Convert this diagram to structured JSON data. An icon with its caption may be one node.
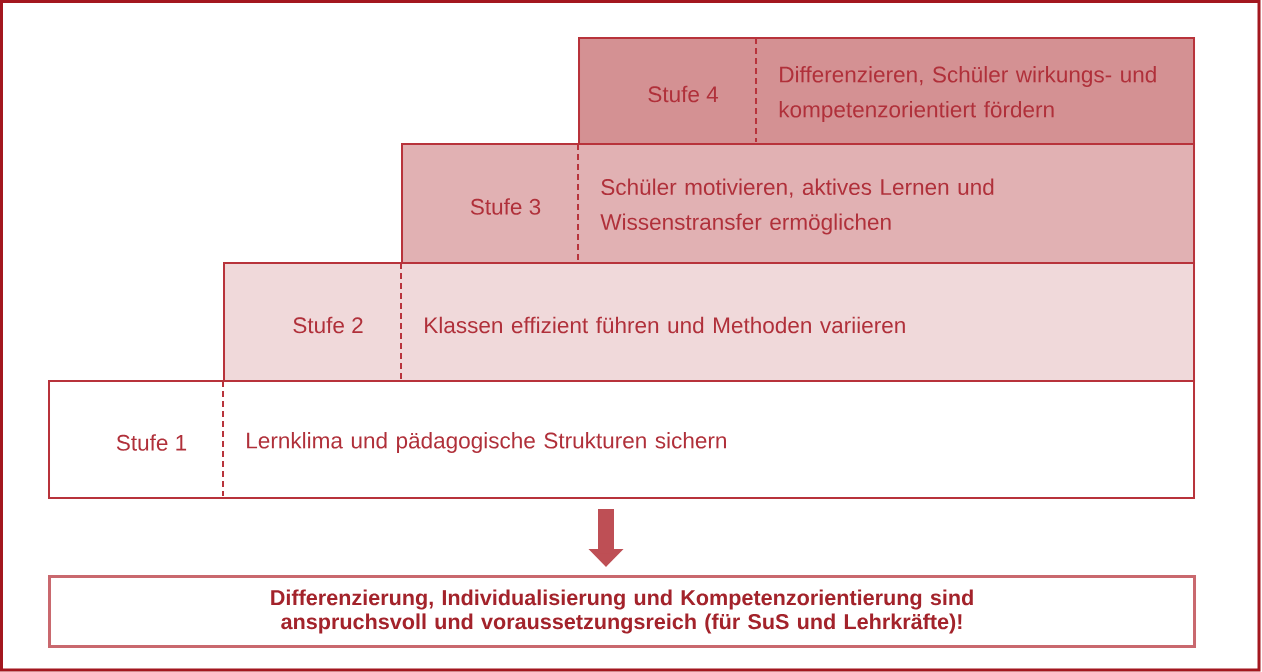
{
  "diagram": {
    "nodes": [
      {
        "text": [
          "Stufe 4",
          "Differenzieren, Schüler wirkungs- und kompetenzorientiert fördern"
        ]
      },
      {
        "text": [
          "Stufe 3",
          "Schüler motivieren, aktives Lernen und Wissenstransfer ermöglichen"
        ]
      },
      {
        "text": [
          "Stufe 2",
          "Klassen effizient führen und Methoden variieren"
        ]
      },
      {
        "text": [
          "Stufe 1",
          "Lernklima und pädagogische Strukturen sichern"
        ]
      },
      {
        "text": [
          "Differenzierung, Individualisierung und Kompetenzorientierung sind anspruchsvoll und voraussetzungsreich (für SuS und Lehrkräfte)!"
        ]
      }
    ],
    "edges": [
      {
        "from": 3,
        "to": 4,
        "arrow": "to"
      }
    ]
  }
}
